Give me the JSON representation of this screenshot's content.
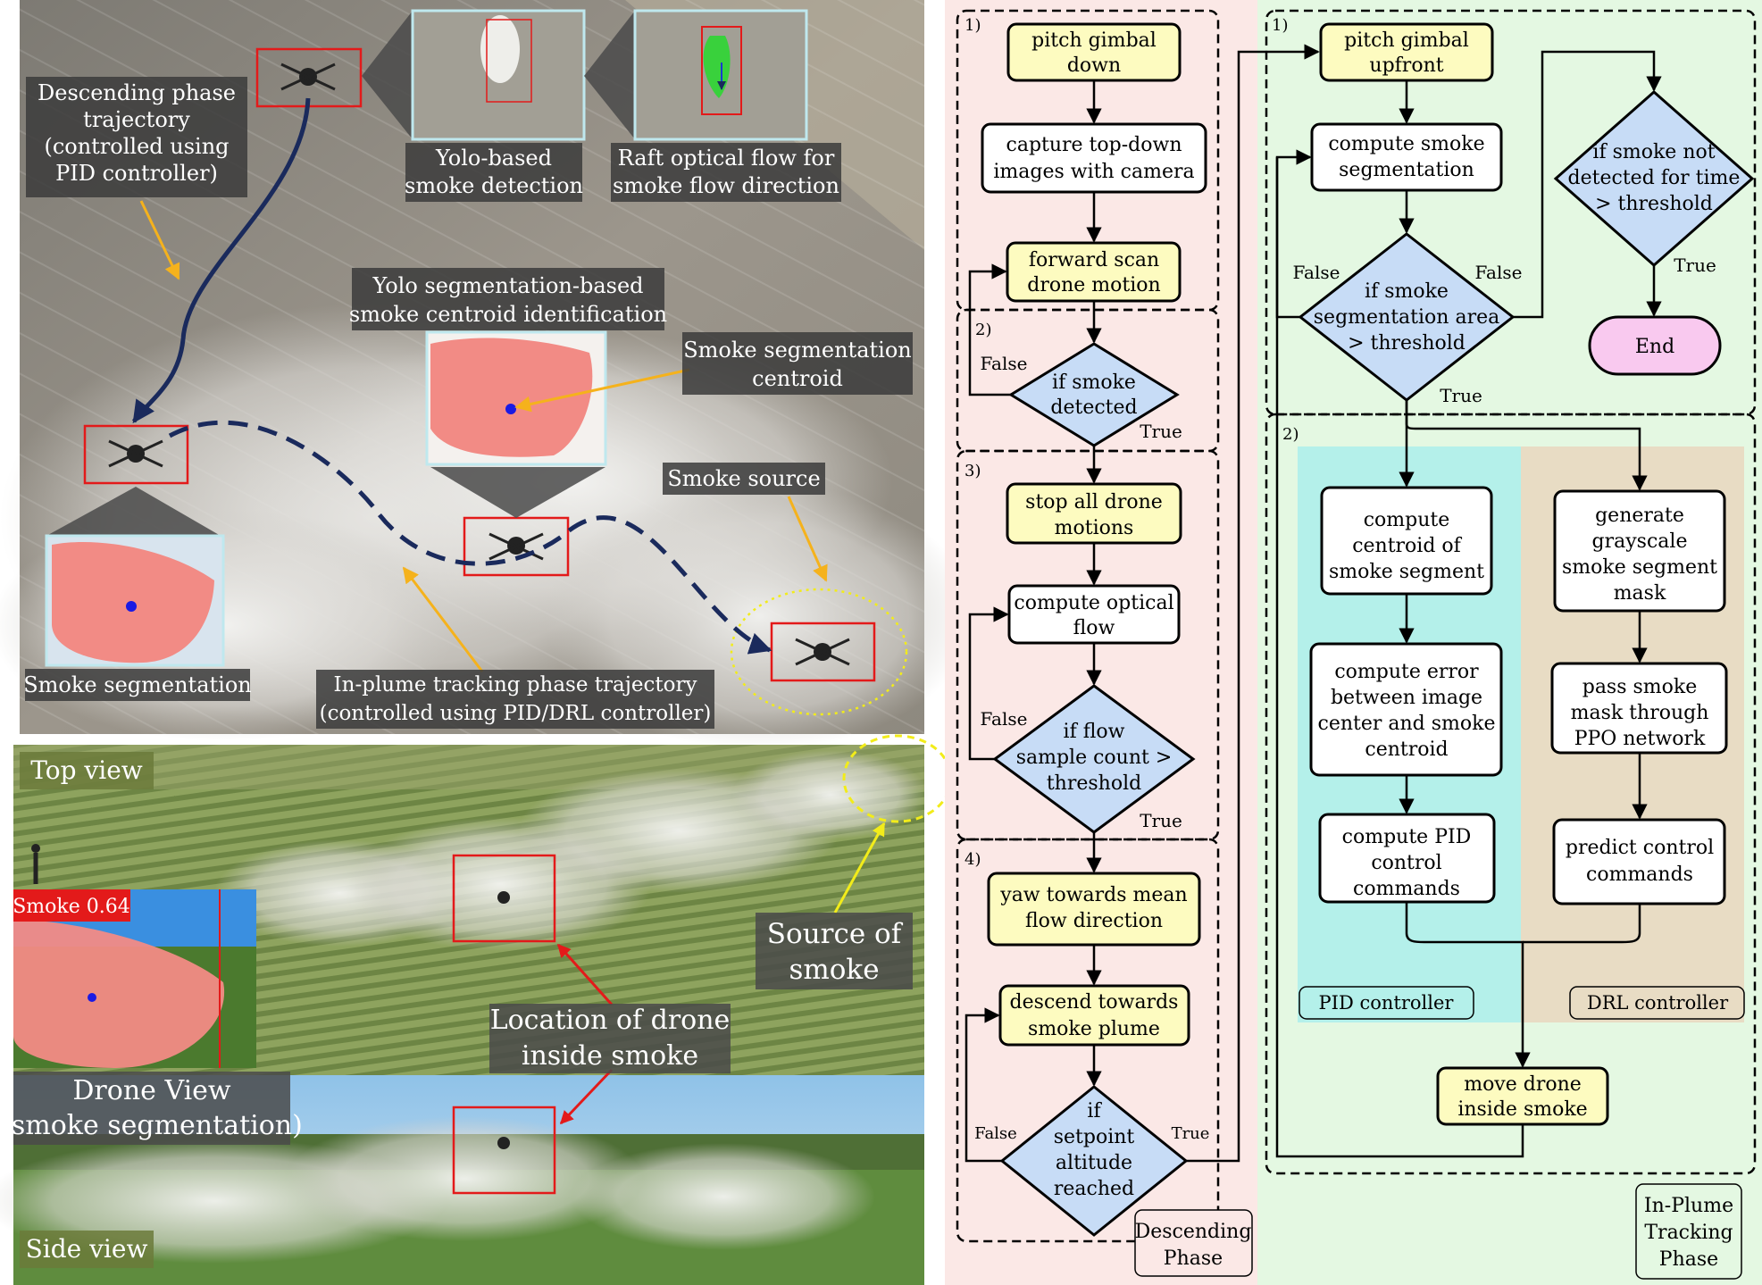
{
  "photo": {
    "labels": {
      "descending_traj": [
        "Descending phase",
        "trajectory",
        "(controlled using",
        "PID controller)"
      ],
      "yolo_detection": [
        "Yolo-based",
        "smoke detection"
      ],
      "raft_flow": [
        "Raft optical flow for",
        "smoke flow direction"
      ],
      "yolo_seg_centroid": [
        "Yolo segmentation-based",
        "smoke centroid identification"
      ],
      "seg_centroid": [
        "Smoke segmentation",
        "centroid"
      ],
      "smoke_source": "Smoke source",
      "smoke_segmentation": "Smoke segmentation",
      "inplume_traj": [
        "In-plume tracking phase trajectory",
        "(controlled using PID/DRL controller)"
      ]
    },
    "bottom": {
      "top_view": "Top view",
      "side_view": "Side view",
      "detection_label": "Smoke 0.64",
      "drone_view": [
        "Drone View",
        "(smoke segmentation)"
      ],
      "source_of_smoke": [
        "Source of",
        "smoke"
      ],
      "location_drone": [
        "Location of drone",
        "inside smoke"
      ]
    }
  },
  "flowchart": {
    "descending": {
      "title": [
        "Descending",
        "Phase"
      ],
      "sections": [
        "1)",
        "2)",
        "3)",
        "4)"
      ],
      "nodes": {
        "pitch_down": [
          "pitch gimbal",
          "down"
        ],
        "capture": [
          "capture top-down",
          "images with camera"
        ],
        "forward_scan": [
          "forward scan",
          "drone motion"
        ],
        "if_detected": [
          "if smoke",
          "detected"
        ],
        "stop_motions": [
          "stop all drone",
          "motions"
        ],
        "optical_flow": [
          "compute optical",
          "flow"
        ],
        "if_flow": [
          "if flow",
          "sample count >",
          "threshold"
        ],
        "yaw": [
          "yaw towards mean",
          "flow direction"
        ],
        "descend": [
          "descend towards",
          "smoke plume"
        ],
        "if_altitude": [
          "if",
          "setpoint",
          "altitude",
          "reached"
        ]
      },
      "edge_labels": {
        "detected_false": "False",
        "detected_true": "True",
        "flow_false": "False",
        "flow_true": "True",
        "alt_false": "False",
        "alt_true": "True"
      }
    },
    "inplume": {
      "title": [
        "In-Plume",
        "Tracking",
        "Phase"
      ],
      "sections": [
        "1)",
        "2)"
      ],
      "nodes": {
        "pitch_up": [
          "pitch gimbal",
          "upfront"
        ],
        "compute_seg": [
          "compute smoke",
          "segmentation"
        ],
        "if_area": [
          "if smoke",
          "segmentation area",
          "> threshold"
        ],
        "if_not_detected": [
          "if smoke not",
          "detected for time",
          "> threshold"
        ],
        "end": "End",
        "centroid": [
          "compute",
          "centroid of",
          "smoke segment"
        ],
        "error": [
          "compute error",
          "between image",
          "center and smoke",
          "centroid"
        ],
        "pid_cmd": [
          "compute PID",
          "control",
          "commands"
        ],
        "grayscale": [
          "generate",
          "grayscale",
          "smoke segment",
          "mask"
        ],
        "ppo": [
          "pass smoke",
          "mask through",
          "PPO network"
        ],
        "predict": [
          "predict control",
          "commands"
        ],
        "move": [
          "move drone",
          "inside smoke"
        ]
      },
      "edge_labels": {
        "area_false_left": "False",
        "area_false_right": "False",
        "area_true": "True",
        "notdet_true": "True"
      },
      "controllers": {
        "pid": "PID controller",
        "drl": "DRL controller"
      }
    }
  },
  "colors": {
    "descending_bg": "#fbe8e6",
    "inplume_bg": "#e4f8e2",
    "pid_bg": "#b4f0ea",
    "drl_bg": "#e8dcc4",
    "yellow_node": "#fdfbc0",
    "blue_node": "#c7dcf6",
    "pink_node": "#f9c9ef",
    "trajectory": "#1a2a5c",
    "arrow_orange": "#f5b21c"
  }
}
